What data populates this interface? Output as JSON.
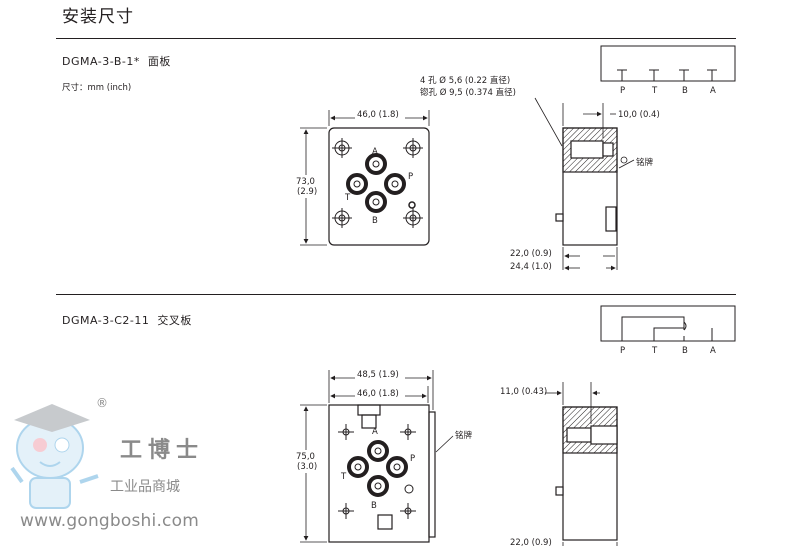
{
  "title": "安装尺寸",
  "section1": {
    "model": "DGMA-3-B-1*",
    "model_suffix": "面板",
    "units": "尺寸：mm (inch)",
    "hole_note_1": "4 孔 Ø 5,6 (0.22 直径)",
    "hole_note_2": "锪孔 Ø 9,5 (0.374 直径)",
    "dim_width": "46,0 (1.8)",
    "dim_height_mm": "73,0",
    "dim_height_in": "(2.9)",
    "dim_side_top": "10,0 (0.4)",
    "dim_side_1": "22,0 (0.9)",
    "dim_side_2": "24,4 (1.0)",
    "nameplate": "铭牌",
    "port_a": "A",
    "port_b": "B",
    "port_p": "P",
    "port_t": "T",
    "symbol_ports": [
      "P",
      "T",
      "B",
      "A"
    ]
  },
  "section2": {
    "model": "DGMA-3-C2-11",
    "model_suffix": "交叉板",
    "dim_width_outer": "48,5 (1.9)",
    "dim_width_inner": "46,0 (1.8)",
    "dim_height_mm": "75,0",
    "dim_height_in": "(3.0)",
    "dim_side_top": "11,0 (0.43)",
    "dim_side_bottom_partial": "22,0 (0.9)",
    "nameplate": "铭牌",
    "port_a": "A",
    "port_b": "B",
    "port_p": "P",
    "port_t": "T",
    "symbol_ports": [
      "P",
      "T",
      "B",
      "A"
    ]
  },
  "watermark": {
    "url": "www.gongboshi.com",
    "brand": "工博士",
    "tagline": "工业品商城",
    "registered": "®"
  },
  "colors": {
    "ink": "#231f20",
    "watermark": "#8a8a8a",
    "mascot_blue": "#6db3e0"
  }
}
